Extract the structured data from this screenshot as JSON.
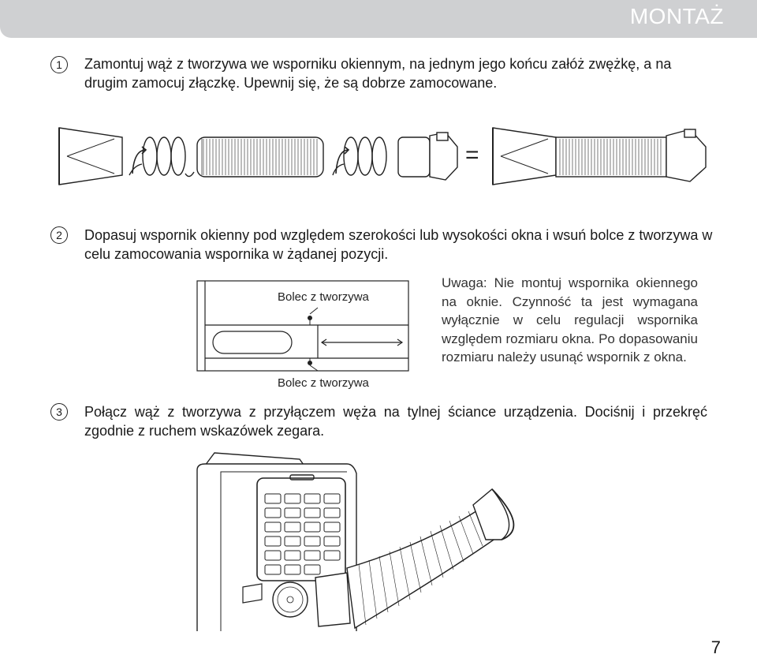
{
  "header": {
    "title": "MONTAŻ"
  },
  "steps": [
    {
      "number": "1",
      "text": "Zamontuj wąż z tworzywa we wsporniku okiennym, na jednym jego końcu załóż zwężkę, a na drugim zamocuj złączkę. Upewnij się, że są dobrze zamocowane."
    },
    {
      "number": "2",
      "text": "Dopasuj wspornik okienny pod względem szerokości lub wysokości okna i wsuń bolce z tworzywa w celu zamocowania wspornika w żądanej pozycji."
    },
    {
      "number": "3",
      "text": "Połącz wąż z tworzywa z przyłączem węża na tylnej ściance urządzenia. Dociśnij i przekręć zgodnie z ruchem wskazówek zegara."
    }
  ],
  "diagram1": {
    "equals_sign": "="
  },
  "bracket_diagram": {
    "label_top": "Bolec z tworzywa",
    "label_bottom": "Bolec z tworzywa"
  },
  "note": "Uwaga: Nie montuj wspornika okiennego na oknie. Czynność ta jest wymagana wyłącznie w celu regulacji wspornika względem rozmiaru okna. Po dopasowaniu rozmiaru należy usunąć wspornik z okna.",
  "page_number": "7"
}
